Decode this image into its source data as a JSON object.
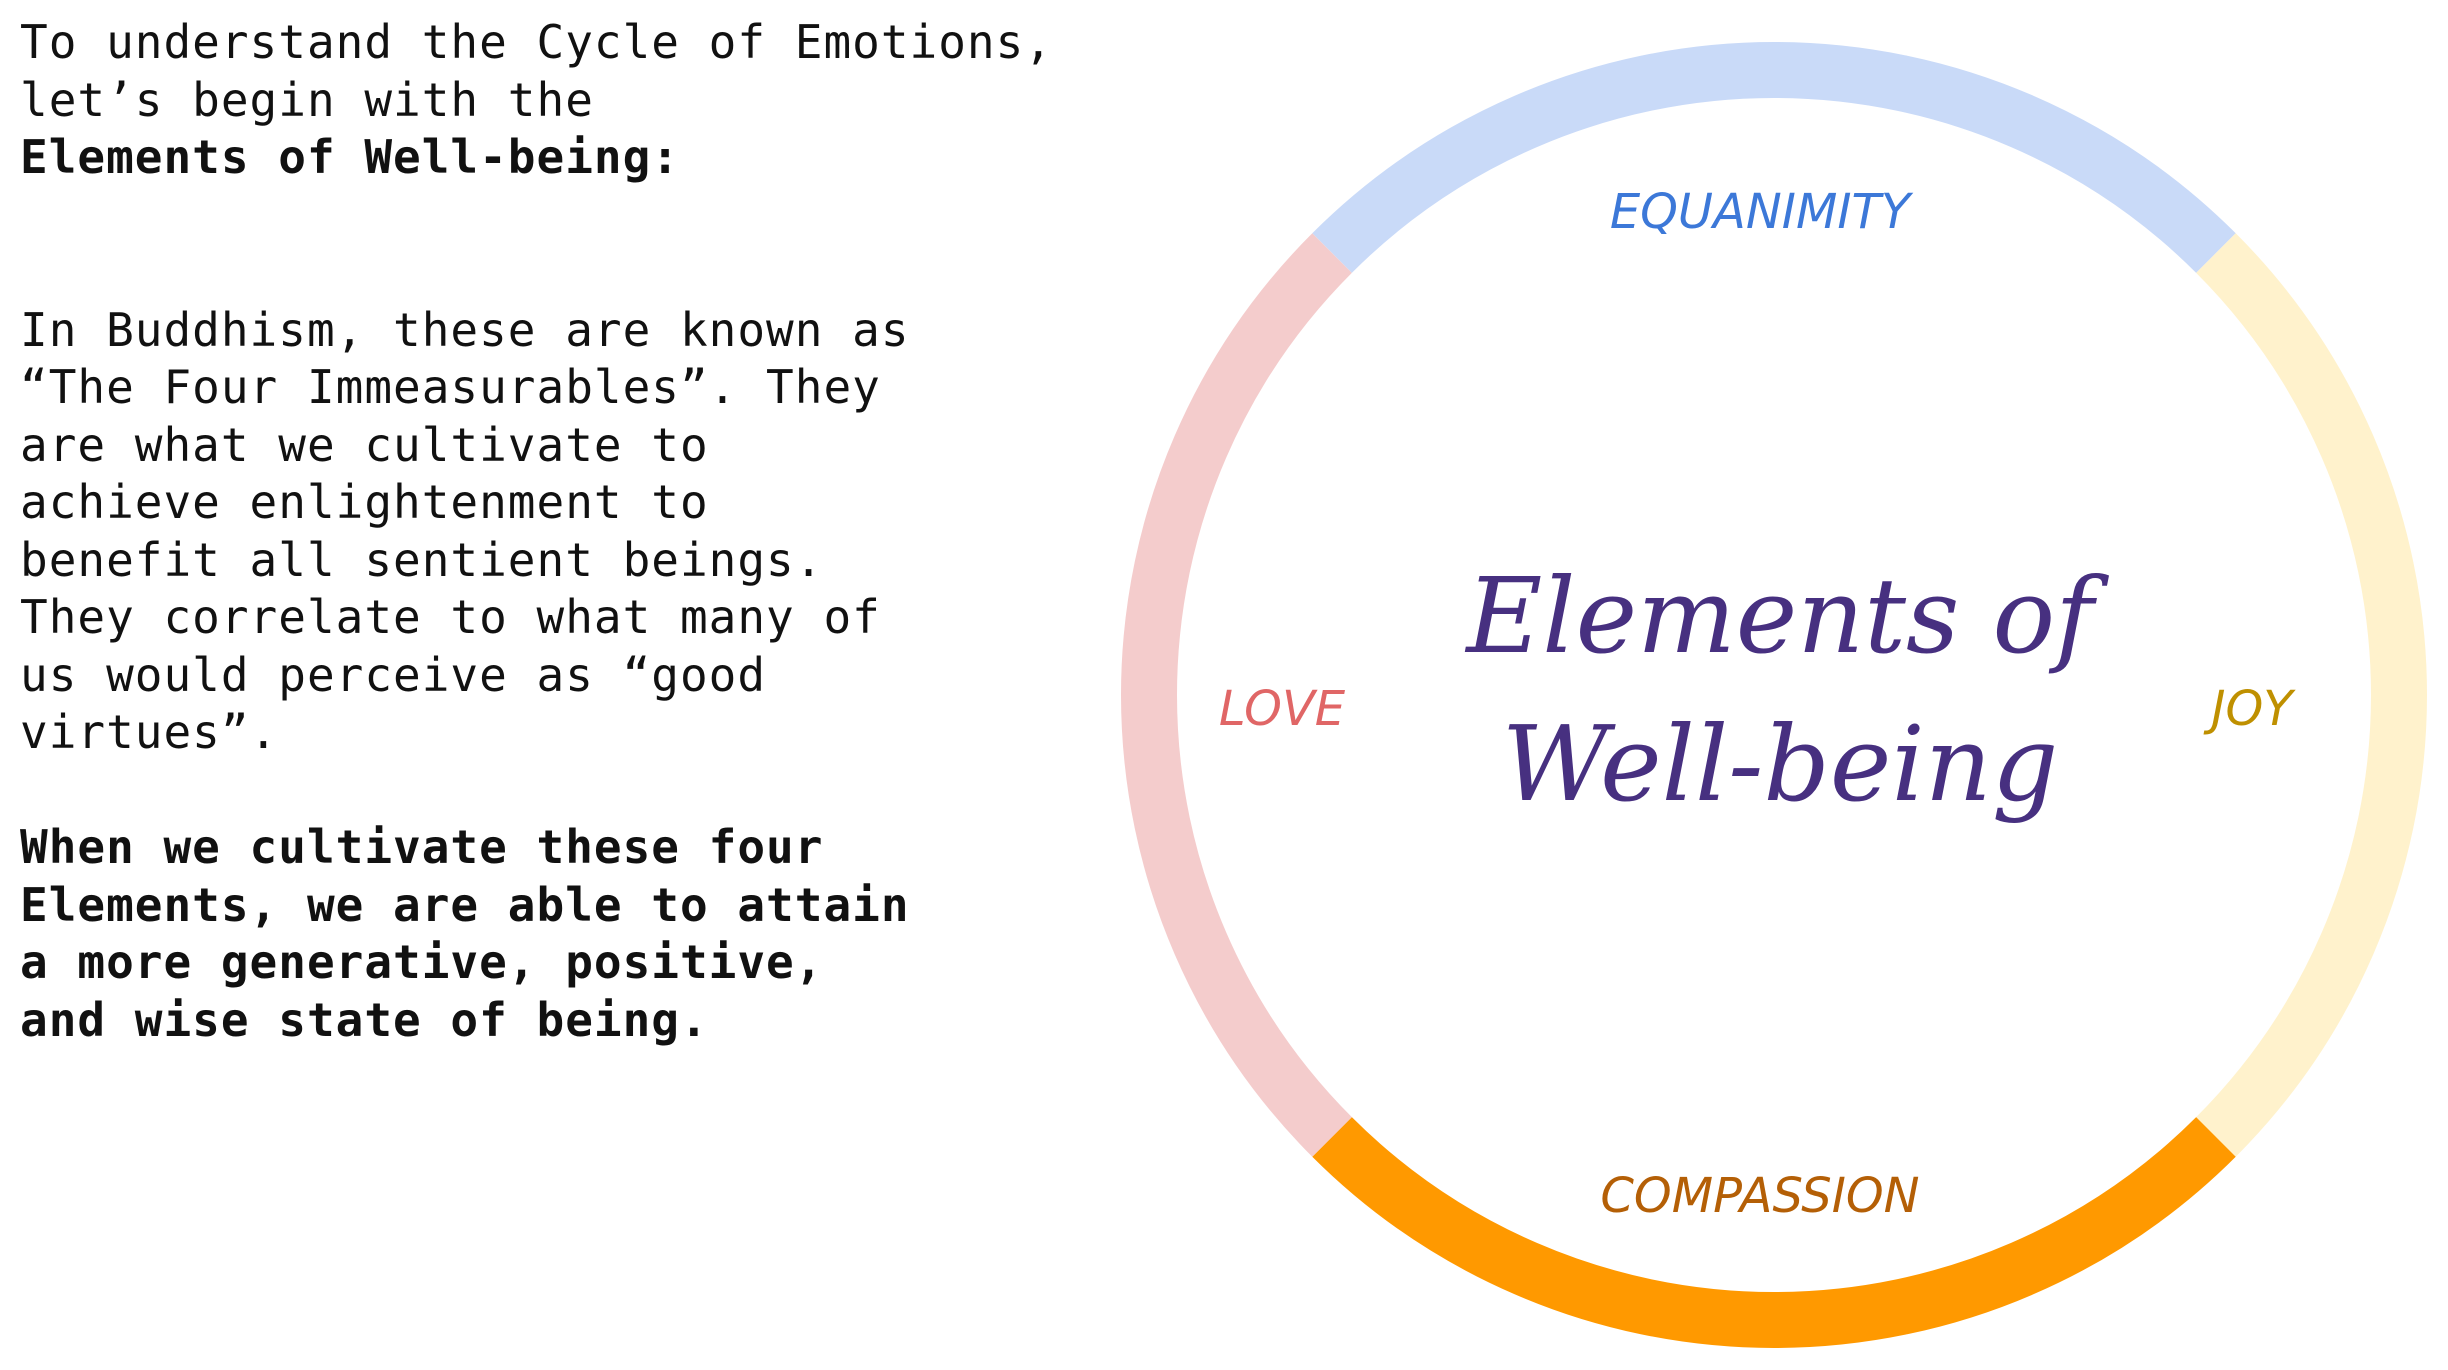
{
  "intro": {
    "line1": "To understand the Cycle of Emotions,",
    "line2": "let’s begin with the",
    "heading": "Elements of Well-being:"
  },
  "explanation": {
    "paragraph": "In Buddhism, these are known as\n“The Four Immeasurables”. They\nare what we cultivate to\nachieve enlightenment to\nbenefit all sentient beings.\nThey correlate to what many of\nus would perceive as “good\nvirtues”."
  },
  "conclusion": {
    "paragraph": "When we cultivate these four\nElements, we are able to attain\na more generative, positive,\nand wise state of being."
  },
  "diagram": {
    "center_line1": "Elements of",
    "center_line2": "Well-being",
    "segments": [
      {
        "label": "EQUANIMITY",
        "position": "top",
        "arc_color": "#c9daf8",
        "label_color": "#3c78d8"
      },
      {
        "label": "JOY",
        "position": "right",
        "arc_color": "#fff2cc",
        "label_color": "#bf9000"
      },
      {
        "label": "COMPASSION",
        "position": "bottom",
        "arc_color": "#ff9900",
        "label_color": "#b45f06"
      },
      {
        "label": "LOVE",
        "position": "left",
        "arc_color": "#f4cccc",
        "label_color": "#e06666"
      }
    ],
    "center_color": "#473080"
  }
}
